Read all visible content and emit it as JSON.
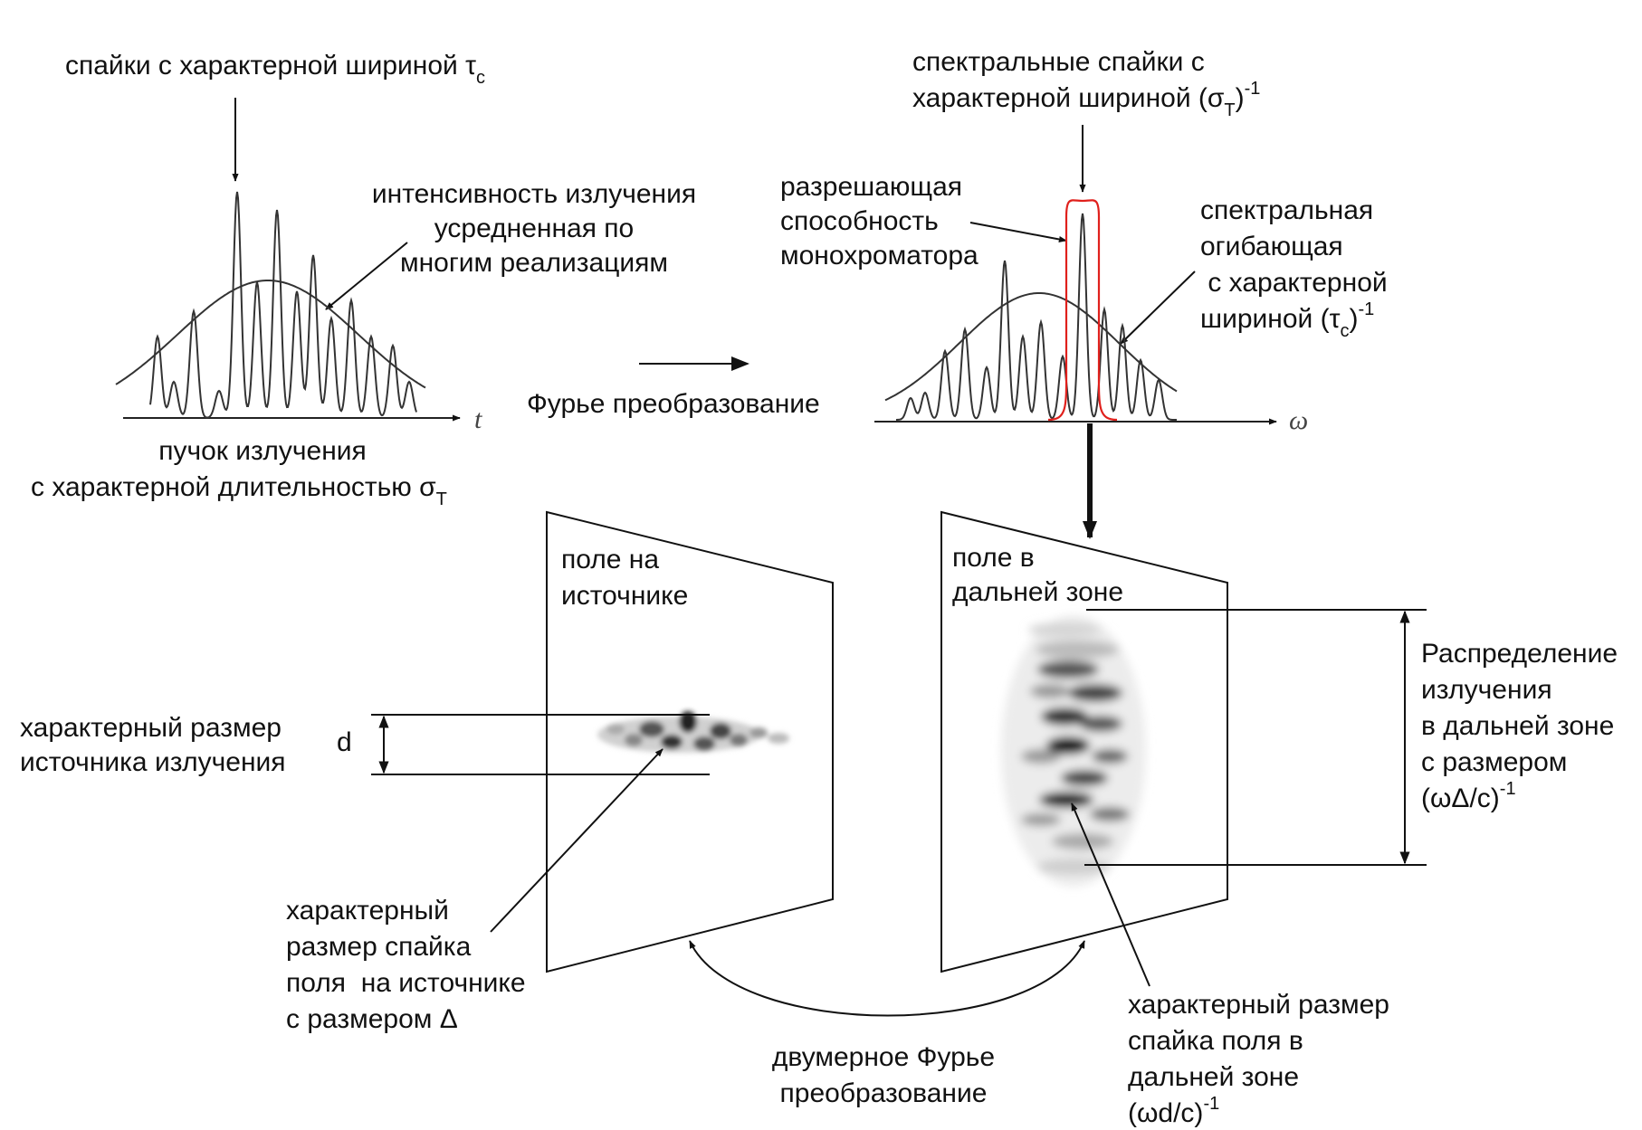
{
  "colors": {
    "ink": "#111111",
    "curve": "#333333",
    "highlight": "#e0201c",
    "speckle": "#000000",
    "background": "#ffffff"
  },
  "time_panel": {
    "spikes_label": "спайки с характерной шириной τ",
    "spikes_sub": "c",
    "average_lines": [
      "интенсивность излучения",
      "усредненная по",
      "многим реализациям"
    ],
    "axis_label": "t",
    "beam_line1": "пучок излучения",
    "beam_line2": "с характерной длительностью σ",
    "beam_sub": "T"
  },
  "fourier_label": "Фурье преобразование",
  "spectrum_panel": {
    "spikes_line1": "спектральные спайки с",
    "spikes_line2": "характерной шириной (σ",
    "spikes_sub": "T",
    "spikes_tail": ")",
    "spikes_sup": "-1",
    "resolution_lines": [
      "разрешающая",
      "способность",
      "монохроматора"
    ],
    "envelope_lines": [
      "спектральная",
      "огибающая",
      " с характерной"
    ],
    "envelope_width": "шириной (τ",
    "envelope_sub": "c",
    "envelope_tail": ")",
    "envelope_sup": "-1",
    "axis_label": "ω"
  },
  "source_panel": {
    "title_lines": [
      "поле на",
      "источнике"
    ],
    "size_lines": [
      "характерный размер",
      "источника излучения"
    ],
    "size_symbol": "d",
    "spike_lines": [
      "характерный",
      "размер спайка",
      "поля  на источнике",
      "с размером Δ"
    ]
  },
  "far_panel": {
    "title_lines": [
      "поле в",
      "дальней зоне"
    ],
    "distribution_lines": [
      "Распределение",
      "излучения",
      "в дальней зоне",
      "с размером"
    ],
    "distribution_formula": "(ωΔ/c)",
    "distribution_sup": "-1",
    "spike_lines": [
      "характерный размер",
      "спайка поля в",
      "дальней зоне"
    ],
    "spike_formula": "(ωd/c)",
    "spike_sup": "-1"
  },
  "transform_2d_lines": [
    "двумерное Фурье",
    "преобразование"
  ]
}
